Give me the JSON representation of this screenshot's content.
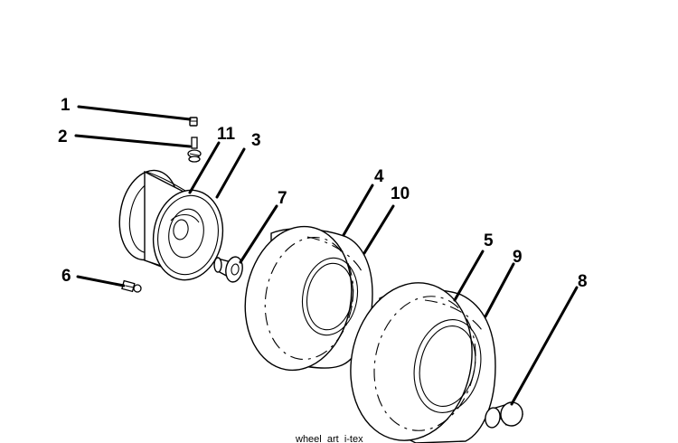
{
  "diagram": {
    "callouts": [
      "1",
      "2",
      "3",
      "4",
      "5",
      "6",
      "7",
      "8",
      "9",
      "10",
      "11"
    ],
    "caption": "wheel_art_i-tex"
  }
}
